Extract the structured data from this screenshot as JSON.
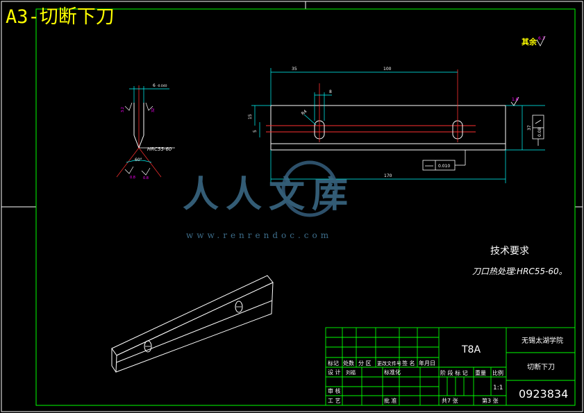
{
  "header": {
    "title": "A3-切断下刀"
  },
  "watermark": {
    "brand": "人人文库",
    "url": "www.renrendoc.com"
  },
  "drawing": {
    "roughness_other": "其余",
    "roughness_other_value": "6.3",
    "dims": {
      "d35": "35",
      "d100": "100",
      "d170": "170",
      "d8": "8",
      "r4": "R4",
      "d5": "5",
      "d15": "15",
      "d37": "37",
      "flat": "0.08",
      "par": "0.010",
      "ra_blade": "1.6",
      "w6": "6",
      "tol6": "-0.040",
      "ang60": "60°",
      "hrc_note": "HRC55-60",
      "small_a": "32",
      "small_b": "3.2",
      "small_c": "0.8",
      "small_d": "0.8"
    },
    "tech_title": "技术要求",
    "tech_note": "刀口热处理:HRC55-60。"
  },
  "title_block": {
    "material": "T8A",
    "school": "无锡太湖学院",
    "part_name": "切断下刀",
    "drawing_no": "0923834",
    "rev_headers": [
      "标记",
      "处数",
      "分 区",
      "更改文件号",
      "签 名",
      "年月日"
    ],
    "design": "设 计",
    "design_name": "刘福",
    "std": "标准化",
    "check": "审 核",
    "process": "工 艺",
    "approve": "批 准",
    "stage_label": "阶 段 标 记",
    "weight_label": "重量",
    "scale_label": "比例",
    "scale": "1:1",
    "total_sheets": "共7 张",
    "sheet": "第3 张"
  }
}
